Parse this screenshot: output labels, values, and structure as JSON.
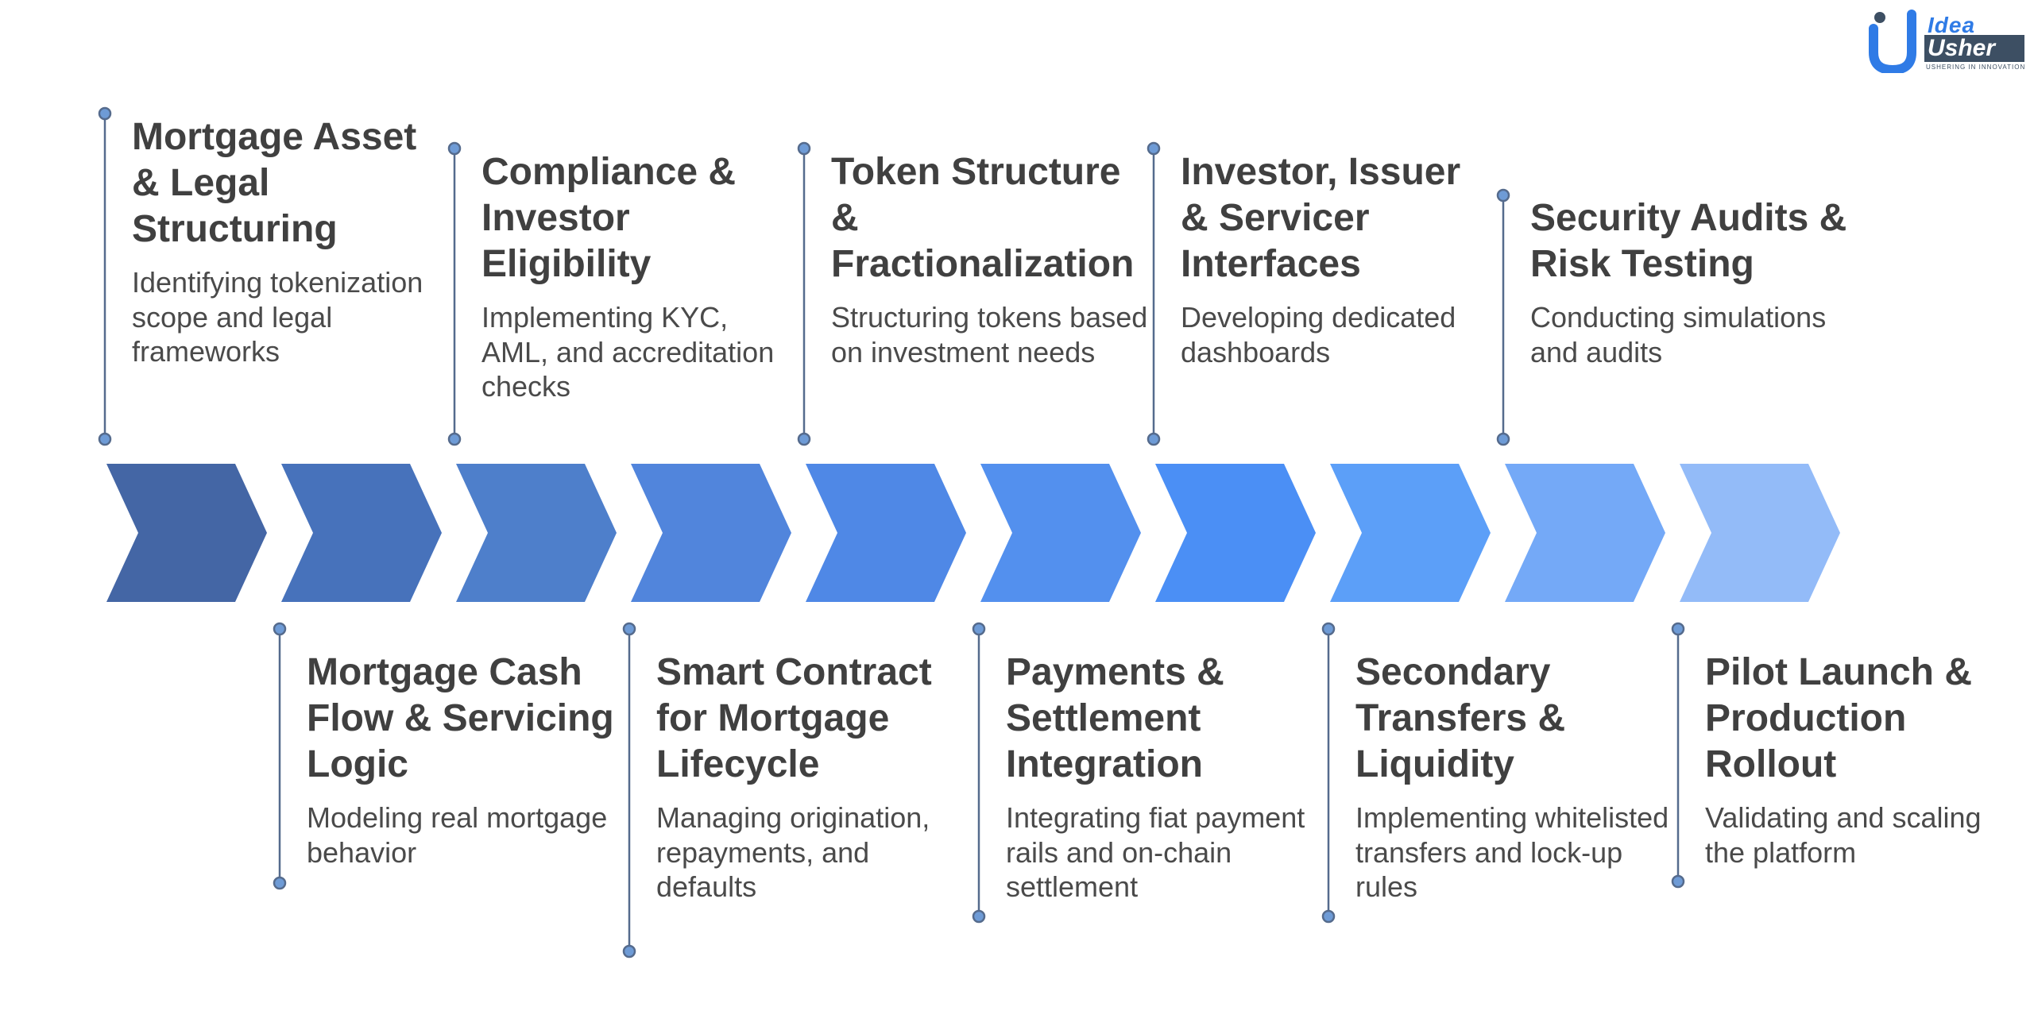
{
  "logo": {
    "line1": "Idea",
    "line2": "Usher",
    "tagline": "USHERING IN INNOVATION"
  },
  "steps": [
    {
      "title": "Mortgage Asset & Legal Structuring",
      "description": "Identifying tokenization scope and legal frameworks"
    },
    {
      "title": "Mortgage Cash Flow & Servicing Logic",
      "description": "Modeling real mortgage behavior"
    },
    {
      "title": "Compliance & Investor Eligibility",
      "description": "Implementing KYC, AML, and accreditation checks"
    },
    {
      "title": "Smart Contract for Mortgage Lifecycle",
      "description": "Managing origination, repayments, and defaults"
    },
    {
      "title": "Token Structure & Fractionalization",
      "description": "Structuring tokens based on investment needs"
    },
    {
      "title": "Payments & Settlement Integration",
      "description": "Integrating fiat payment rails and on-chain settlement"
    },
    {
      "title": "Investor, Issuer & Servicer Interfaces",
      "description": "Developing dedicated dashboards"
    },
    {
      "title": "Secondary Transfers & Liquidity",
      "description": "Implementing whitelisted transfers and lock-up rules"
    },
    {
      "title": "Security Audits & Risk Testing",
      "description": "Conducting simulations and audits"
    },
    {
      "title": "Pilot Launch & Production Rollout",
      "description": "Validating and scaling the platform"
    }
  ],
  "colors": {
    "chevrons": [
      "#4466a5",
      "#4772bb",
      "#4e7fcb",
      "#5185dc",
      "#4f88e6",
      "#5390ee",
      "#4b8ff5",
      "#5c9ff8",
      "#74a9f7",
      "#93bbf8"
    ],
    "connector": "#556b8d",
    "dot_fill": "#6e9bd6"
  }
}
